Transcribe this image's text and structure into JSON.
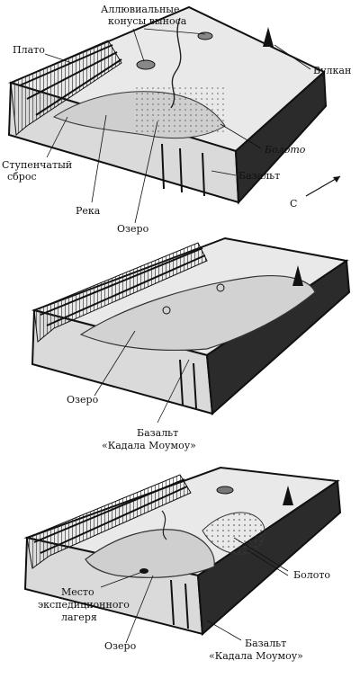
{
  "panels": [
    {
      "labels": {
        "fans_line1": "Аллювиальные",
        "fans_line2": "конусы выноса",
        "plateau": "Плато",
        "volcano": "Вулкан",
        "swamp": "Болото",
        "step_fault_line1": "Ступенчатый",
        "step_fault_line2": "сброс",
        "basalt": "Базальт",
        "river": "Река",
        "lake": "Озеро",
        "north": "С"
      }
    },
    {
      "labels": {
        "lake": "Озеро",
        "basalt_line1": "Базальт",
        "basalt_line2": "«Кадала Моумоу»"
      }
    },
    {
      "labels": {
        "swamp": "Болото",
        "camp_line1": "Место",
        "camp_line2": "экспедиционного",
        "camp_line3": "лагеря",
        "lake": "Озеро",
        "basalt_line1": "Базальт",
        "basalt_line2": "«Кадала Моумоу»"
      }
    }
  ]
}
